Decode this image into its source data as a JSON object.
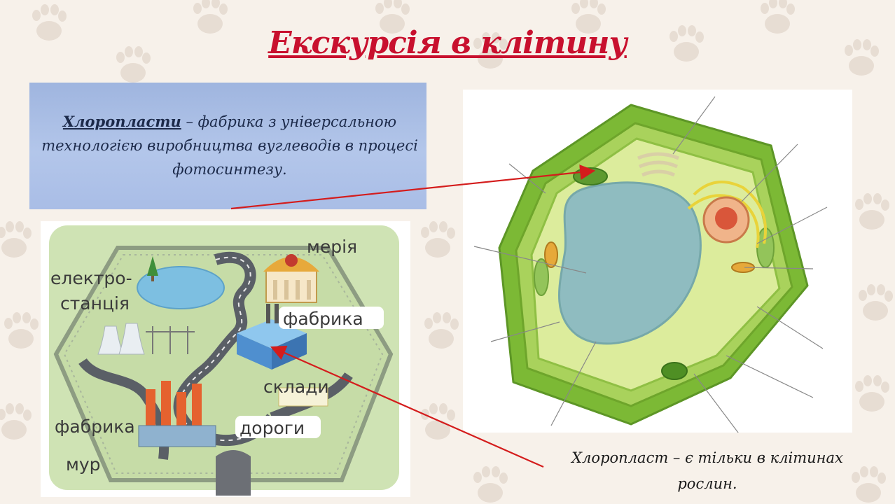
{
  "title": "Екскурсія в клітину",
  "definition": {
    "term": "Хлоропласти",
    "rest": " – фабрика з універсальною технологією виробництва  вуглеводів в процесі фотосинтезу."
  },
  "city_labels": {
    "meria": "мерія",
    "power_1": "електро-",
    "power_2": "станція",
    "factory_top": "фабрика",
    "warehouses": "склади",
    "factory_left": "фабрика",
    "roads": "дороги",
    "wall": "мур"
  },
  "caption": "Хлоропласт – є тільки в клітинах рослин.",
  "colors": {
    "title": "#c8102e",
    "arrow": "#d41c1c",
    "definition_box": "#a9bde6",
    "cell_wall": "#79b72e",
    "vacuole": "#8fbcc0"
  }
}
